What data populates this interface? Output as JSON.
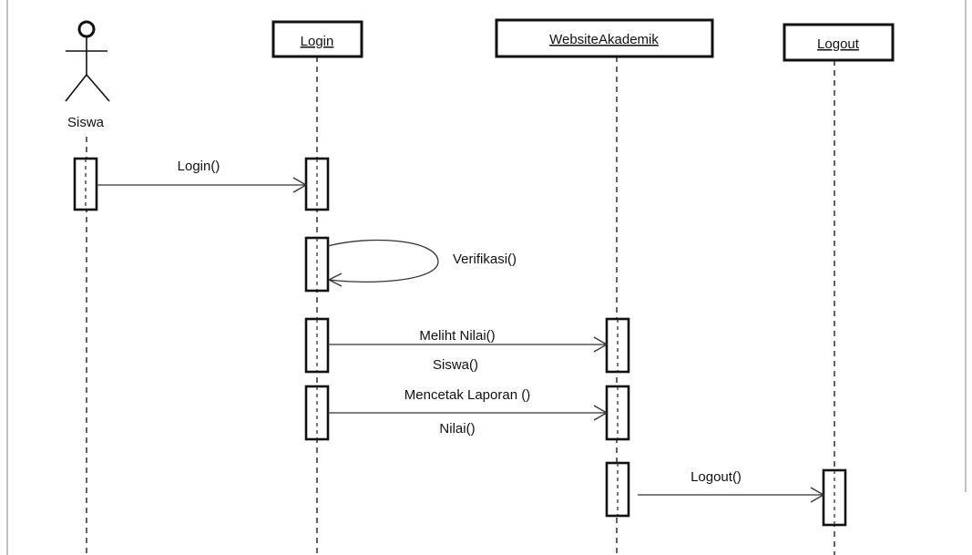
{
  "actors": [
    {
      "id": "siswa",
      "label": "Siswa"
    }
  ],
  "participants": [
    {
      "id": "login",
      "label": "Login"
    },
    {
      "id": "website",
      "label": "WebsiteAkademik"
    },
    {
      "id": "logout",
      "label": "Logout"
    }
  ],
  "messages": [
    {
      "id": "m1",
      "from": "siswa",
      "to": "login",
      "lines": [
        "Login()"
      ]
    },
    {
      "id": "m2",
      "from": "login",
      "to": "login",
      "self": true,
      "lines": [
        "Verifikasi()"
      ]
    },
    {
      "id": "m3",
      "from": "login",
      "to": "website",
      "lines": [
        "Meliht Nilai()",
        "Siswa()"
      ]
    },
    {
      "id": "m4",
      "from": "login",
      "to": "website",
      "lines": [
        "Mencetak Laporan ()",
        "Nilai()"
      ]
    },
    {
      "id": "m5",
      "from": "website",
      "to": "logout",
      "lines": [
        "Logout()"
      ]
    }
  ]
}
